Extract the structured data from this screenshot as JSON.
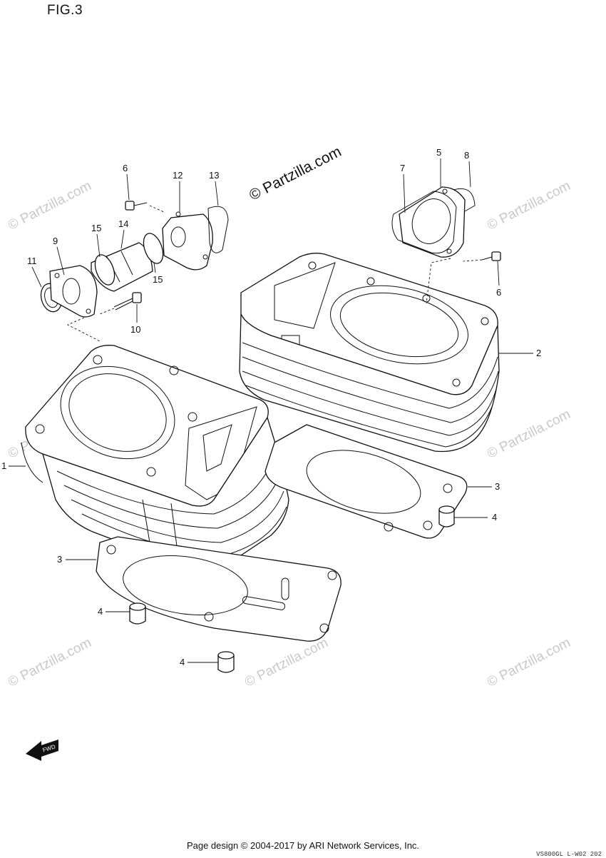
{
  "figure_label": "FIG.3",
  "brand_copyright": "© Partzilla.com",
  "watermark_text": "© Partzilla.com",
  "footer_text": "Page design © 2004-2017 by ARI Network Services, Inc.",
  "diagram_code": "VS800GL L-W02 202",
  "fwd_label": "FWD",
  "callouts": {
    "c1": "1",
    "c2": "2",
    "c3a": "3",
    "c3b": "3",
    "c4a": "4",
    "c4b": "4",
    "c4c": "4",
    "c5": "5",
    "c6a": "6",
    "c6b": "6",
    "c7": "7",
    "c8": "8",
    "c9": "9",
    "c10": "10",
    "c11": "11",
    "c12": "12",
    "c13": "13",
    "c14": "14",
    "c15a": "15",
    "c15b": "15"
  }
}
